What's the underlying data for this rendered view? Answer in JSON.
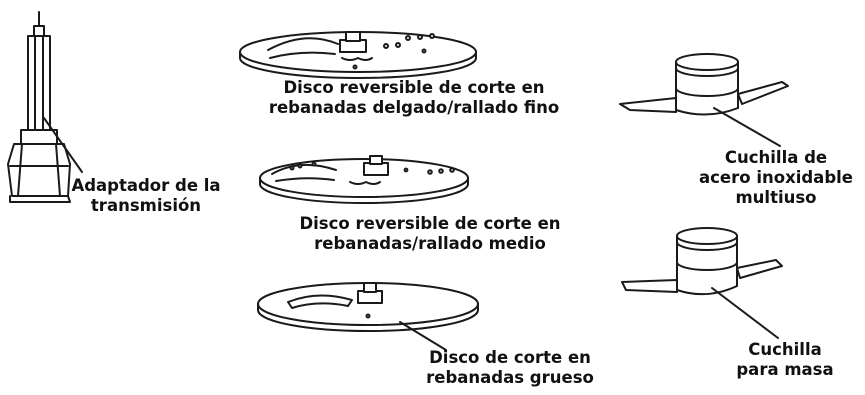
{
  "colors": {
    "line": "#1a1a1a",
    "fill": "#ffffff",
    "background": "#ffffff"
  },
  "parts": {
    "drive_adapter": {
      "icon": "drive-adapter-icon",
      "label_lines": [
        "Adaptador de la",
        "transmisión"
      ]
    },
    "thin_disc": {
      "icon": "thin-slicing-disc-icon",
      "label_lines": [
        "Disco reversible de corte en",
        "rebanadas delgado/rallado fino"
      ]
    },
    "medium_disc": {
      "icon": "medium-slicing-disc-icon",
      "label_lines": [
        "Disco reversible de corte en",
        "rebanadas/rallado medio"
      ]
    },
    "thick_disc": {
      "icon": "thick-slicing-disc-icon",
      "label_lines": [
        "Disco de corte en",
        "rebanadas grueso"
      ]
    },
    "multipurpose_blade": {
      "icon": "multipurpose-blade-icon",
      "label_lines": [
        "Cuchilla de",
        "acero inoxidable",
        "multiuso"
      ]
    },
    "dough_blade": {
      "icon": "dough-blade-icon",
      "label_lines": [
        "Cuchilla",
        "para masa"
      ]
    }
  }
}
